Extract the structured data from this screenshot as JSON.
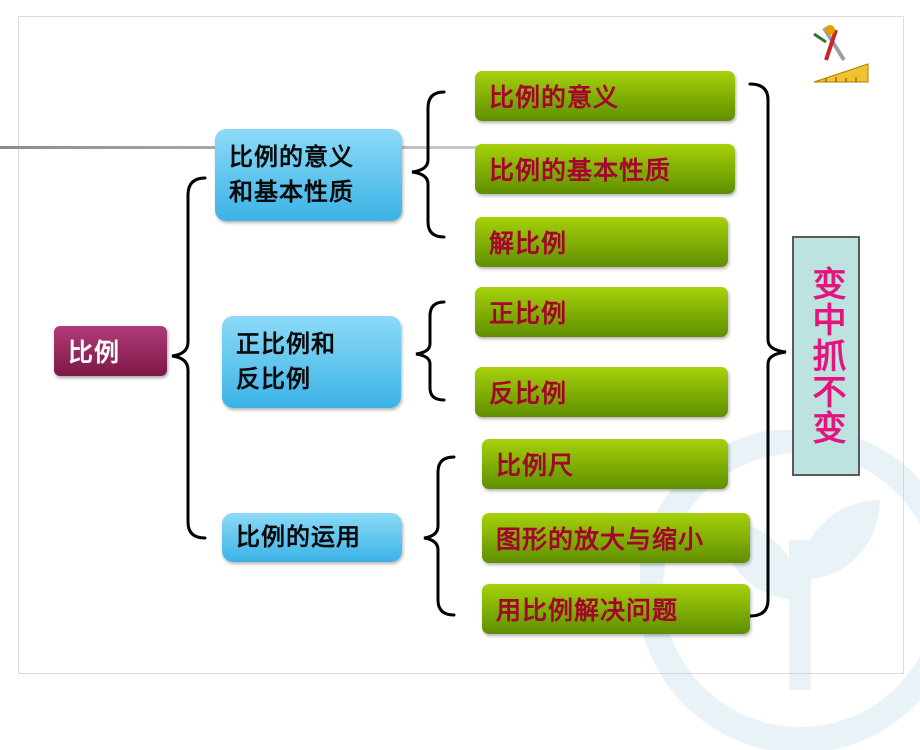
{
  "diagram": {
    "root": "比例",
    "branches": [
      {
        "label": "比例的意义\n和基本性质",
        "children": [
          "比例的意义",
          "比例的基本性质",
          "解比例"
        ]
      },
      {
        "label": "正比例和\n反比例",
        "children": [
          "正比例",
          "反比例"
        ]
      },
      {
        "label": "比例的运用",
        "children": [
          "比例尺",
          "图形的放大与缩小",
          "用比例解决问题"
        ]
      }
    ],
    "summary": "变中抓不变"
  },
  "colors": {
    "root": "#8e2356",
    "branch": "#4fc0ec",
    "leaf": "#7fb200",
    "leaf_text": "#a4062b",
    "summary_text": "#e5147d",
    "summary_bg": "#bde3e0"
  },
  "icons": [
    "compass-ruler-icon",
    "watermark-logo"
  ]
}
